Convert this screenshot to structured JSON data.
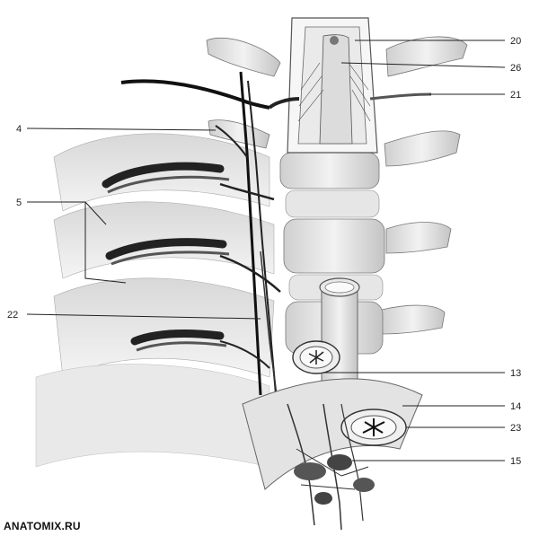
{
  "labels": {
    "l4": "4",
    "l5": "5",
    "l22": "22",
    "l20": "20",
    "l26": "26",
    "l21": "21",
    "l13": "13",
    "l14": "14",
    "l23": "23",
    "l15": "15"
  },
  "watermark": "ANATOMIX.RU"
}
